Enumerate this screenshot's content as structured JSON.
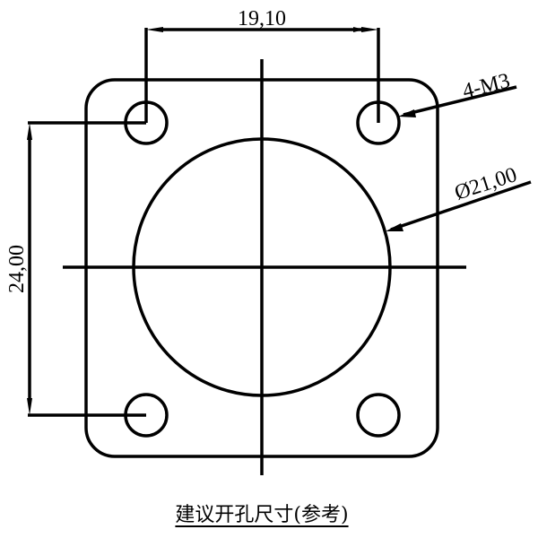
{
  "drawing": {
    "hole_spacing_horizontal": "19,10",
    "hole_spacing_vertical": "24,00",
    "hole_callout": "4-M3",
    "center_hole_callout": "Ø21,00",
    "caption": "建议开孔尺寸(参考)"
  }
}
